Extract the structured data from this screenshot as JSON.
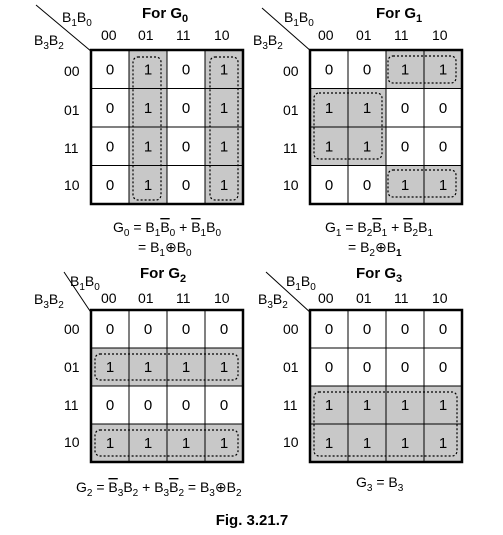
{
  "caption": "Fig. 3.21.7",
  "maps": [
    {
      "id": "g0",
      "title": "For G",
      "title_sub": "0",
      "col_var": "B1B0",
      "row_var": "B3B2",
      "col_headers": [
        "00",
        "01",
        "11",
        "10"
      ],
      "row_headers": [
        "00",
        "01",
        "11",
        "10"
      ],
      "cells": [
        [
          "0",
          "1",
          "0",
          "1"
        ],
        [
          "0",
          "1",
          "0",
          "1"
        ],
        [
          "0",
          "1",
          "0",
          "1"
        ],
        [
          "0",
          "1",
          "0",
          "1"
        ]
      ],
      "shaded": [
        [
          0,
          1
        ],
        [
          1,
          1
        ],
        [
          2,
          1
        ],
        [
          3,
          1
        ],
        [
          0,
          3
        ],
        [
          1,
          3
        ],
        [
          2,
          3
        ],
        [
          3,
          3
        ]
      ],
      "groups": [
        {
          "cells": "col1"
        },
        {
          "cells": "col3"
        }
      ],
      "equation": "G0 = B1B̄0 + B̄1B0",
      "equation_2": "= B1⊕B0"
    },
    {
      "id": "g1",
      "title": "For G",
      "title_sub": "1",
      "col_var": "B1B0",
      "row_var": "B3B2",
      "col_headers": [
        "00",
        "01",
        "11",
        "10"
      ],
      "row_headers": [
        "00",
        "01",
        "11",
        "10"
      ],
      "cells": [
        [
          "0",
          "0",
          "1",
          "1"
        ],
        [
          "1",
          "1",
          "0",
          "0"
        ],
        [
          "1",
          "1",
          "0",
          "0"
        ],
        [
          "0",
          "0",
          "1",
          "1"
        ]
      ],
      "shaded": [
        [
          0,
          2
        ],
        [
          0,
          3
        ],
        [
          1,
          0
        ],
        [
          1,
          1
        ],
        [
          2,
          0
        ],
        [
          2,
          1
        ],
        [
          3,
          2
        ],
        [
          3,
          3
        ]
      ],
      "equation": "G1 = B2B̄1 + B̄2B1",
      "equation_2": "= B2⊕B1"
    },
    {
      "id": "g2",
      "title": "For G",
      "title_sub": "2",
      "col_var": "B1B0",
      "row_var": "B3B2",
      "col_headers": [
        "00",
        "01",
        "11",
        "10"
      ],
      "row_headers": [
        "00",
        "01",
        "11",
        "10"
      ],
      "cells": [
        [
          "0",
          "0",
          "0",
          "0"
        ],
        [
          "1",
          "1",
          "1",
          "1"
        ],
        [
          "0",
          "0",
          "0",
          "0"
        ],
        [
          "1",
          "1",
          "1",
          "1"
        ]
      ],
      "shaded": [
        [
          1,
          0
        ],
        [
          1,
          1
        ],
        [
          1,
          2
        ],
        [
          1,
          3
        ],
        [
          3,
          0
        ],
        [
          3,
          1
        ],
        [
          3,
          2
        ],
        [
          3,
          3
        ]
      ],
      "equation": "G2 = B̄3B2 + B3B̄2 = B3⊕B2"
    },
    {
      "id": "g3",
      "title": "For G",
      "title_sub": "3",
      "col_var": "B1B0",
      "row_var": "B3B2",
      "col_headers": [
        "00",
        "01",
        "11",
        "10"
      ],
      "row_headers": [
        "00",
        "01",
        "11",
        "10"
      ],
      "cells": [
        [
          "0",
          "0",
          "0",
          "0"
        ],
        [
          "0",
          "0",
          "0",
          "0"
        ],
        [
          "1",
          "1",
          "1",
          "1"
        ],
        [
          "1",
          "1",
          "1",
          "1"
        ]
      ],
      "shaded": [
        [
          2,
          0
        ],
        [
          2,
          1
        ],
        [
          2,
          2
        ],
        [
          2,
          3
        ],
        [
          3,
          0
        ],
        [
          3,
          1
        ],
        [
          3,
          2
        ],
        [
          3,
          3
        ]
      ],
      "equation": "G3 = B3"
    }
  ]
}
